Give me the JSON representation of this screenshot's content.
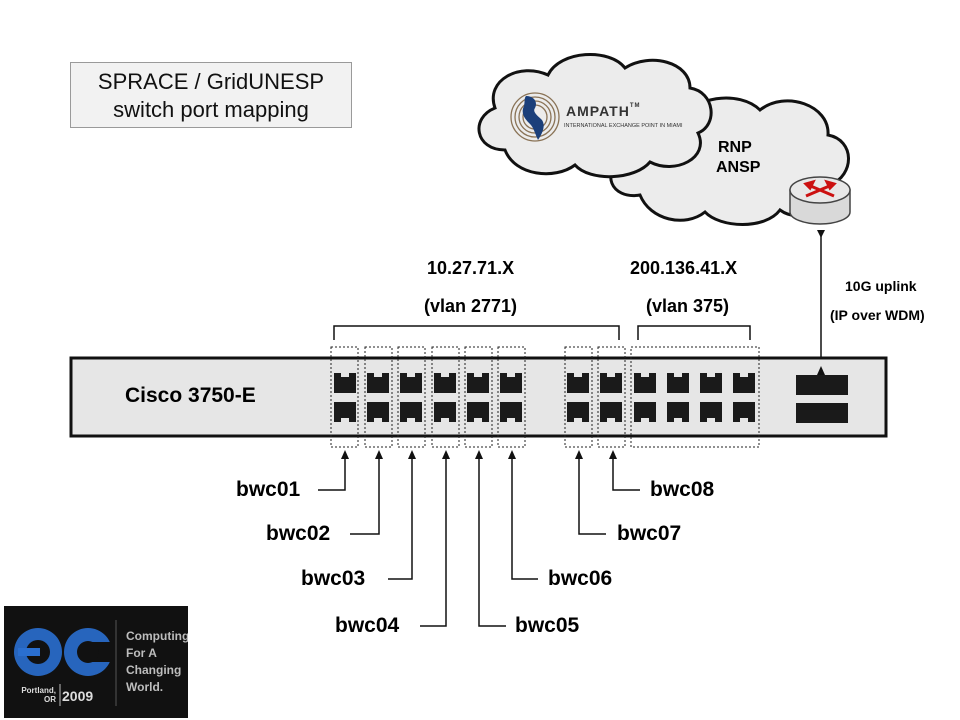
{
  "title": {
    "line1": "SPRACE / GridUNESP",
    "line2": "switch port mapping"
  },
  "clouds": {
    "ampath": {
      "name": "AMPATH",
      "trademark": "TM",
      "subtitle": "INTERNATIONAL EXCHANGE POINT IN MIAMI"
    },
    "rnp_line1": "RNP",
    "rnp_line2": "ANSP"
  },
  "networks": {
    "net1_address": "10.27.71.X",
    "net1_vlan": "(vlan 2771)",
    "net2_address": "200.136.41.X",
    "net2_vlan": "(vlan 375)"
  },
  "uplink": {
    "line1": "10G uplink",
    "line2": "(IP over WDM)"
  },
  "switch": {
    "label": "Cisco 3750-E"
  },
  "hosts": [
    "bwc01",
    "bwc02",
    "bwc03",
    "bwc04",
    "bwc05",
    "bwc06",
    "bwc07",
    "bwc08"
  ],
  "logo": {
    "brand": "SC",
    "tagline1": "Computing",
    "tagline2": "For A",
    "tagline3": "Changing",
    "tagline4": "World.",
    "place1": "Portland,",
    "place2": "OR",
    "year": "2009"
  },
  "colors": {
    "switch_body": "#e6e6e6",
    "port": "#1a1a1a",
    "cloud": "#ececec",
    "router_arrow": "#cc1111",
    "logo_blue": "#2a6fd0"
  },
  "icons": [
    "cloud-icon",
    "router-icon",
    "ethernet-port-icon",
    "sfp-port-icon",
    "globe-icon"
  ]
}
